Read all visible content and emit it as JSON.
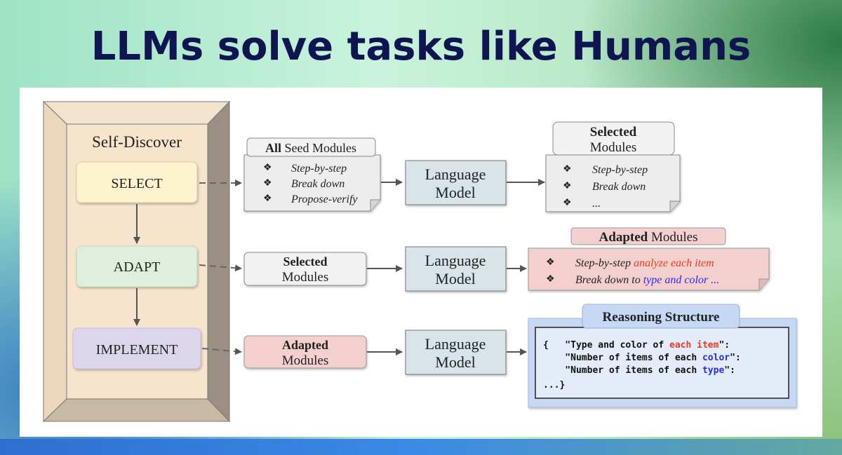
{
  "title": "LLMs solve tasks like Humans",
  "diagram": {
    "self_discover_label": "Self-Discover",
    "stages": [
      "SELECT",
      "ADAPT",
      "IMPLEMENT"
    ],
    "rows": [
      {
        "input_header_bold": "All",
        "input_header_rest": "Seed Modules",
        "input_items": [
          "Step-by-step",
          "Break down",
          "Propose-verify"
        ],
        "model_line1": "Language",
        "model_line2": "Model",
        "output_header_line1": "Selected",
        "output_header_line2": "Modules",
        "output_items": [
          "Step-by-step",
          "Break down",
          "..."
        ]
      },
      {
        "input_line1": "Selected",
        "input_line2": "Modules",
        "model_line1": "Language",
        "model_line2": "Model",
        "output_header_bold": "Adapted",
        "output_header_rest": "Modules",
        "item1_plain": "Step-by-step ",
        "item1_colored": "analyze each item",
        "item2_plain": "Break down to ",
        "item2_colored": "type and color ..."
      },
      {
        "input_line1": "Adapted",
        "input_line2": "Modules",
        "model_line1": "Language",
        "model_line2": "Model",
        "output_header": "Reasoning Structure",
        "code_l1_a": "{   \"Type and color of ",
        "code_l1_b": "each item",
        "code_l1_c": "\":",
        "code_l2_a": "    \"Number of items of each ",
        "code_l2_b": "color",
        "code_l2_c": "\":",
        "code_l3_a": "    \"Number of items of each ",
        "code_l3_b": "type",
        "code_l3_c": "\":",
        "code_l4": "...}"
      }
    ],
    "colors": {
      "select": "#fdf3cf",
      "adapt": "#dfeedd",
      "implement": "#dcd6ec",
      "model": "#d8e4e8",
      "adapted_pink": "#f3cfcd",
      "reasoning_blue": "#c7d8f4",
      "red_text": "#e63b22",
      "blue_text": "#2a2aef"
    }
  }
}
